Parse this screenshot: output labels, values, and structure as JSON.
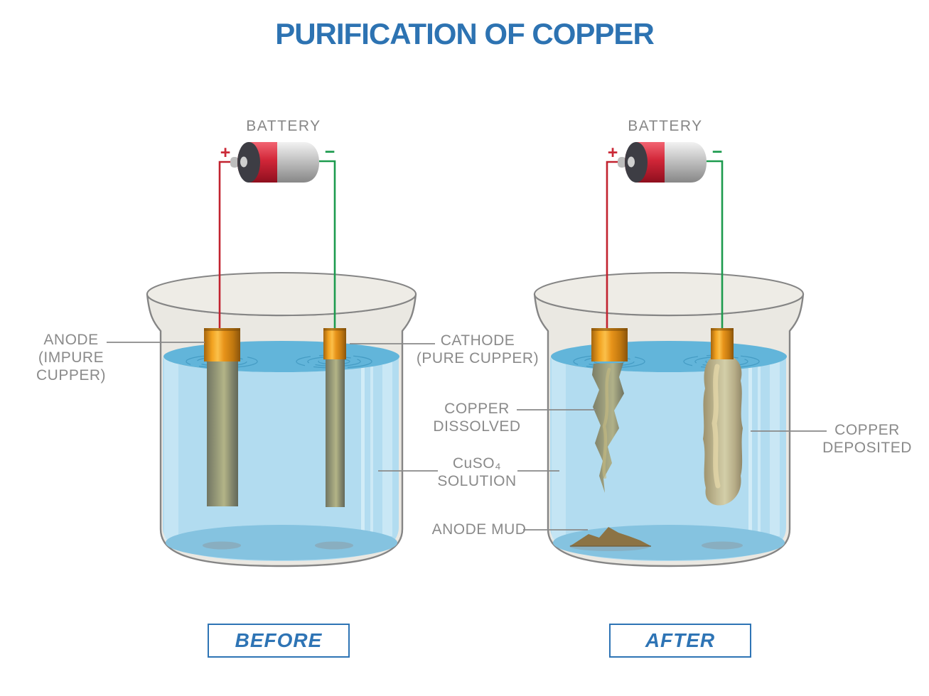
{
  "title": "PURIFICATION OF COPPER",
  "battery": {
    "label": "BATTERY",
    "plus": "+",
    "minus": "−"
  },
  "labels": {
    "anode": [
      "ANODE",
      "(IMPURE CUPPER)"
    ],
    "cathode": [
      "CATHODE",
      "(PURE CUPPER)"
    ],
    "copper_dissolved": [
      "COPPER",
      "DISSOLVED"
    ],
    "cuso4": [
      "CuSO₄",
      "SOLUTION"
    ],
    "anode_mud": "ANODE MUD",
    "copper_deposited": [
      "COPPER",
      "DEPOSITED"
    ]
  },
  "buttons": {
    "before": "BEFORE",
    "after": "AFTER"
  },
  "colors": {
    "accent_blue": "#2d73b2",
    "label_gray": "#8a8a8a",
    "wire_red": "#c2222f",
    "wire_green": "#1d9b4e",
    "solution_surface": "#62b5da",
    "solution_body": "#b2dcf0",
    "copper_holder_orange": "#e8941a",
    "electrode_olive": "#9a8f62",
    "deposit_tan": "#cdba8a",
    "mud_brown": "#8c7344",
    "battery_red": "#d12638",
    "battery_gray": "#c2c2c2"
  }
}
